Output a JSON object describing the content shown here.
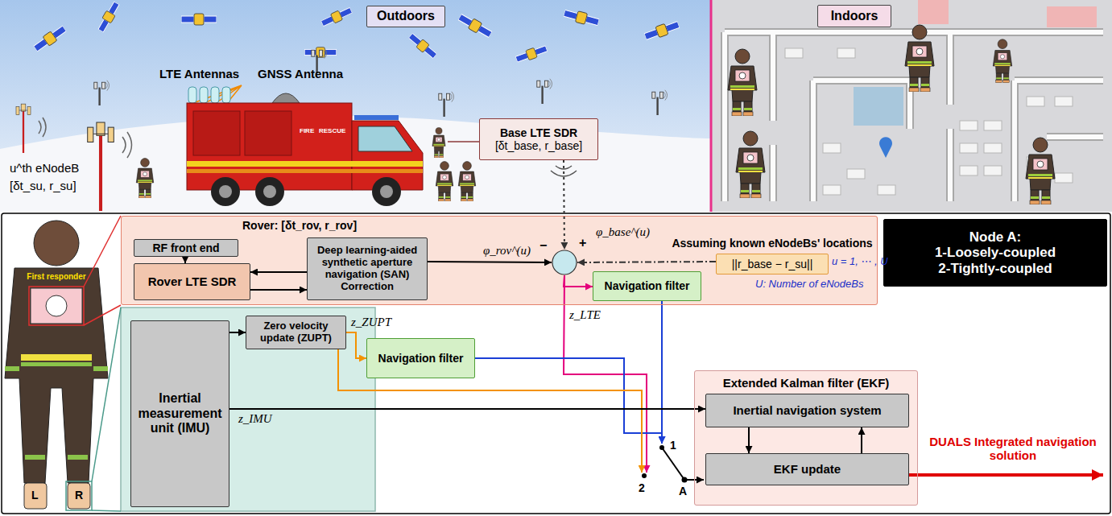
{
  "diagram": {
    "nodes": [
      {
        "text": [
          "Outdoors"
        ]
      },
      {
        "text": [
          "Base LTE SDR",
          "[δt_base, r_base]"
        ]
      },
      {
        "text": [
          "Indoors"
        ]
      },
      {
        "text": [
          "Rover: [δt_rov, r_rov]"
        ]
      },
      {
        "text": [
          "RF front end"
        ],
        "in": 3
      },
      {
        "text": [
          "Rover LTE SDR"
        ],
        "in": 3
      },
      {
        "text": [
          "Deep learning-aided synthetic aperture navigation (SAN) Correction"
        ],
        "in": 3
      },
      {
        "text": [
          "−",
          "+"
        ],
        "in": 3
      },
      {
        "text": [
          "Assuming known eNodeBs' locations",
          "||r_base − r_su||"
        ],
        "in": 3
      },
      {
        "text": [
          "Navigation filter"
        ],
        "in": 3
      },
      {
        "text": [
          "Node A:",
          "1-Loosely-coupled",
          "2-Tightly-coupled"
        ]
      },
      {
        "text": [
          "Inertial measurement unit (IMU)"
        ]
      },
      {
        "text": [
          "Zero velocity update (ZUPT)"
        ]
      },
      {
        "text": [
          "Navigation filter"
        ]
      },
      {
        "text": [
          "Extended Kalman filter (EKF)"
        ]
      },
      {
        "text": [
          "Inertial navigation system"
        ],
        "in": 14
      },
      {
        "text": [
          "EKF update"
        ],
        "in": 14
      }
    ],
    "edges": [
      {
        "from": 4,
        "to": 5,
        "arrow": "to"
      },
      {
        "from": 6,
        "to": 5,
        "arrow": "to"
      },
      {
        "from": 5,
        "to": 6,
        "arrow": "to"
      },
      {
        "from": 6,
        "to": 7,
        "label": "φ_rov^(u)",
        "arrow": "to"
      },
      {
        "from": 1,
        "to": 7,
        "label": "φ_base^(u)",
        "arrow": "to"
      },
      {
        "from": 8,
        "to": 7,
        "arrow": "to"
      },
      {
        "from": 7,
        "to": 9,
        "arrow": "to"
      },
      {
        "from": 7,
        "to": 16,
        "label": "z_LTE",
        "arrow": "to"
      },
      {
        "from": 9,
        "to": 16,
        "arrow": "to"
      },
      {
        "from": 13,
        "to": 16,
        "arrow": "to"
      },
      {
        "from": 11,
        "to": 12,
        "arrow": "to"
      },
      {
        "from": 12,
        "to": 13,
        "label": "z_ZUPT",
        "arrow": "to"
      },
      {
        "from": 12,
        "to": 16,
        "arrow": "to"
      },
      {
        "from": 11,
        "to": 15,
        "label": "z_IMU",
        "arrow": "to"
      },
      {
        "from": 15,
        "to": 16,
        "arrow": "to"
      },
      {
        "from": 16,
        "to": 15,
        "arrow": "to"
      }
    ],
    "labels": [
      "LTE Antennas",
      "GNSS Antenna",
      "FIRE",
      "RESCUE",
      "u^th eNodeB",
      "[δt_su, r_su]",
      "First responder",
      "L",
      "R",
      "u = 1, ⋯ , U",
      "U: Number of eNodeBs",
      "1",
      "2",
      "A",
      "DUALS Integrated navigation solution"
    ]
  }
}
